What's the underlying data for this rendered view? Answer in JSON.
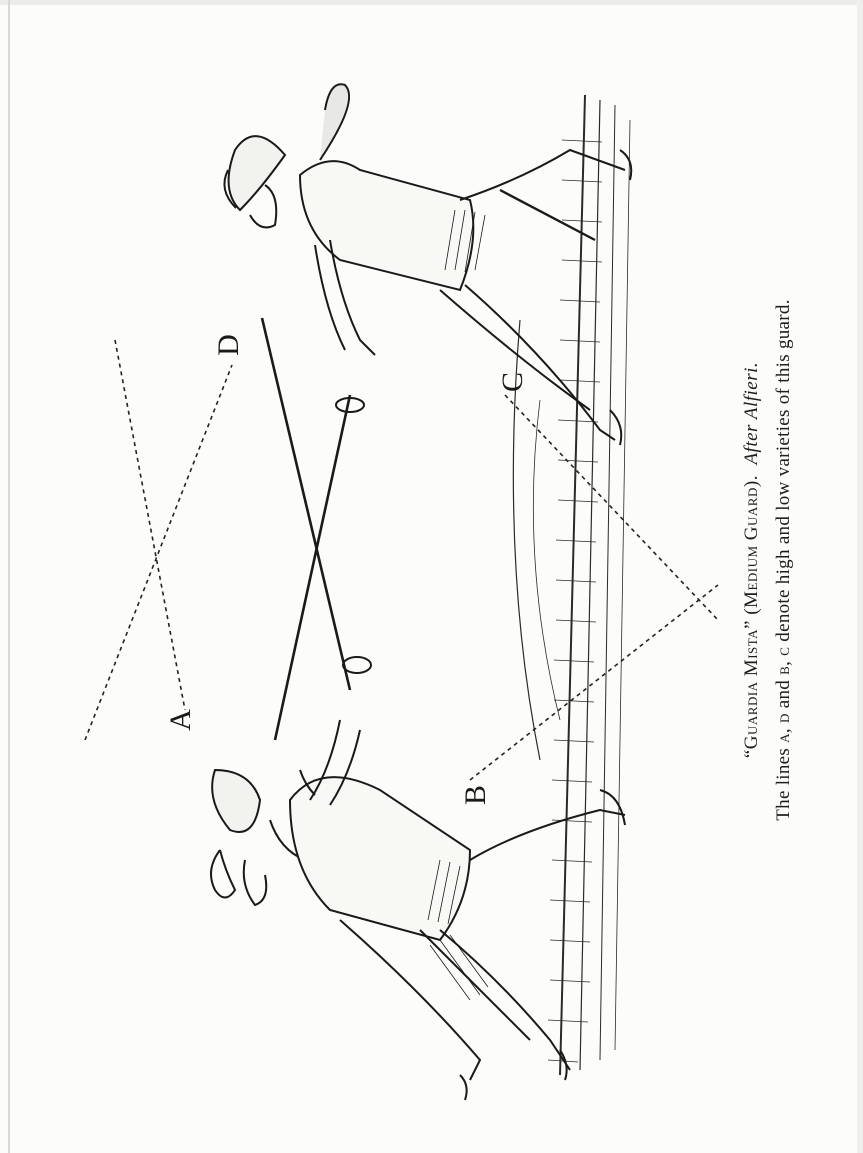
{
  "figure": {
    "labels": {
      "a": "A",
      "b": "B",
      "c": "C",
      "d": "D"
    }
  },
  "caption": {
    "title_quote_open": "“",
    "title_main": "Guardia Mista",
    "title_quote_close": "”",
    "title_paren": "(Medium Guard).",
    "attribution": "After Alfieri.",
    "note_prefix": "The lines",
    "note_a": "a",
    "note_d": "d",
    "note_and1": "and",
    "note_b": "b",
    "note_c": "c",
    "note_rest": "denote high and low varieties of this guard."
  }
}
